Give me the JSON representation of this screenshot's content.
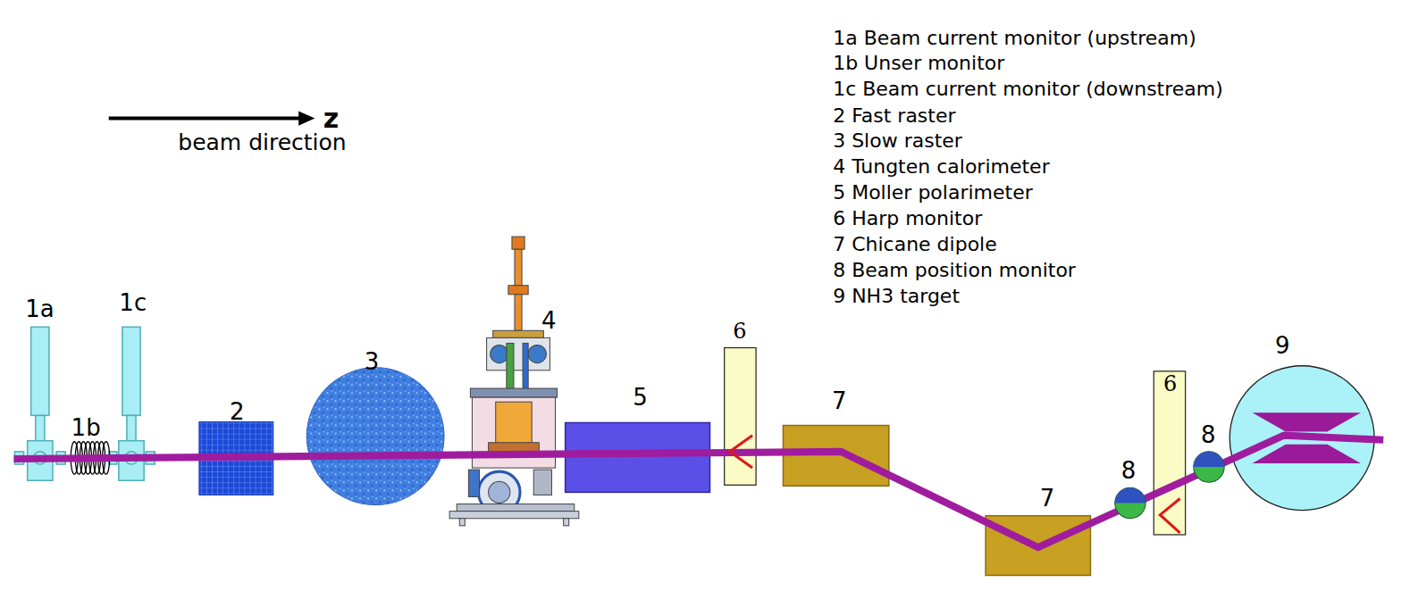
{
  "diagram": {
    "labels": [
      "1a Beam current monitor (upstream)",
      "1b Unser monitor",
      "1c Beam current monitor (downstream)",
      "2 Fast raster",
      "3 Slow raster",
      "4 Tungten calorimeter",
      "5 Moller polarimeter",
      "6 Harp monitor",
      "7 Chicane dipole",
      "8 Beam position monitor",
      "9 NH3 target",
      "z",
      "beam direction",
      "1a",
      "1b",
      "1c",
      "2",
      "3",
      "4",
      "5",
      "6",
      "7",
      "7",
      "8",
      "8",
      "6",
      "9"
    ]
  }
}
